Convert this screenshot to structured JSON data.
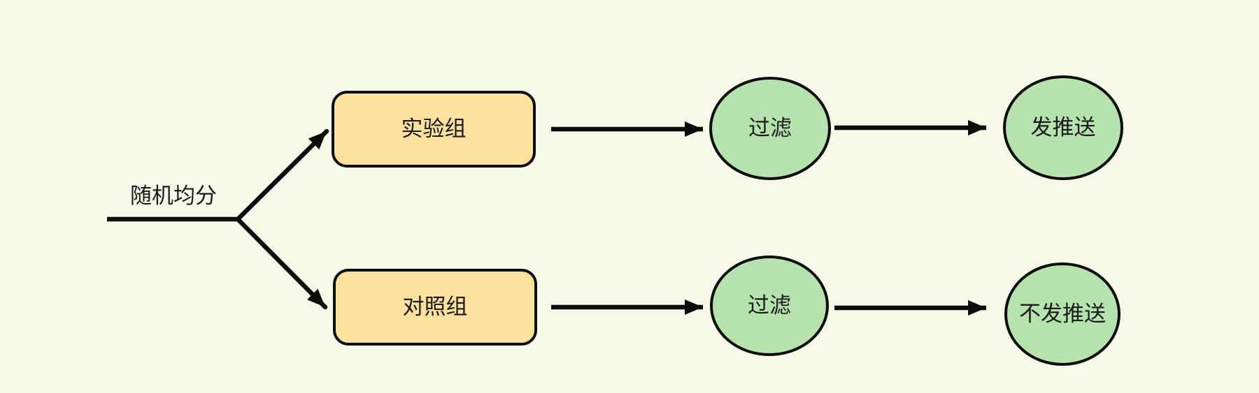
{
  "page": {
    "background_color": "#F8F8E9"
  },
  "colors": {
    "stroke": "#0D0D0D",
    "group_box_fill": "#FCE19C",
    "step_circle_fill": "#B6E2AE",
    "text": "#1B1B1B"
  },
  "diagram": {
    "type": "flowchart",
    "split_label": "随机均分",
    "branches": [
      {
        "group": "实验组",
        "steps": [
          "过滤",
          "发推送"
        ]
      },
      {
        "group": "对照组",
        "steps": [
          "过滤",
          "不发推送"
        ]
      }
    ]
  }
}
